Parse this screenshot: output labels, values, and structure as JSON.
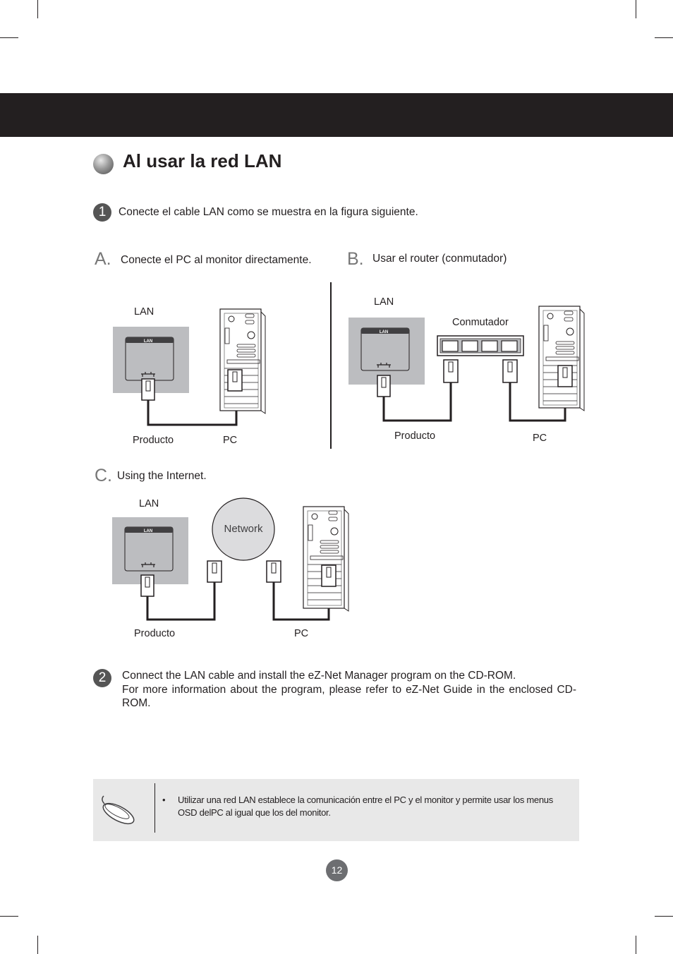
{
  "title": "Al usar la red LAN",
  "step1": {
    "number": "1",
    "text": "Conecte el cable LAN como se muestra en la figura siguiente."
  },
  "section_a": {
    "letter": "A.",
    "text": "Conecte el PC al monitor directamente.",
    "lan_label": "LAN",
    "port_label": "LAN",
    "product_label": "Producto",
    "pc_label": "PC"
  },
  "section_b": {
    "letter": "B.",
    "text": "Usar el router (conmutador)",
    "lan_label": "LAN",
    "port_label": "LAN",
    "switch_label": "Conmutador",
    "product_label": "Producto",
    "pc_label": "PC"
  },
  "section_c": {
    "letter": "C.",
    "text": "Using the Internet.",
    "lan_label": "LAN",
    "port_label": "LAN",
    "network_label": "Network",
    "product_label": "Producto",
    "pc_label": "PC"
  },
  "step2": {
    "number": "2",
    "line1": "Connect the LAN cable and install the eZ-Net Manager program on the CD-ROM.",
    "line2": "For more information about the program, please refer to eZ-Net Guide in the enclosed CD-ROM."
  },
  "note": {
    "bullet": "•",
    "text": "Utilizar una red LAN establece la comunicación entre el PC y el monitor y permite usar los menus OSD delPC al igual que los del monitor."
  },
  "page_number": "12",
  "icons": {
    "note": "mouse-icon",
    "title_bullet": "sphere-bullet-icon"
  },
  "colors": {
    "band": "#231f20",
    "panel_gray": "#bcbdc0",
    "note_bg": "#e8e8e8",
    "page_badge": "#6d6e71"
  }
}
